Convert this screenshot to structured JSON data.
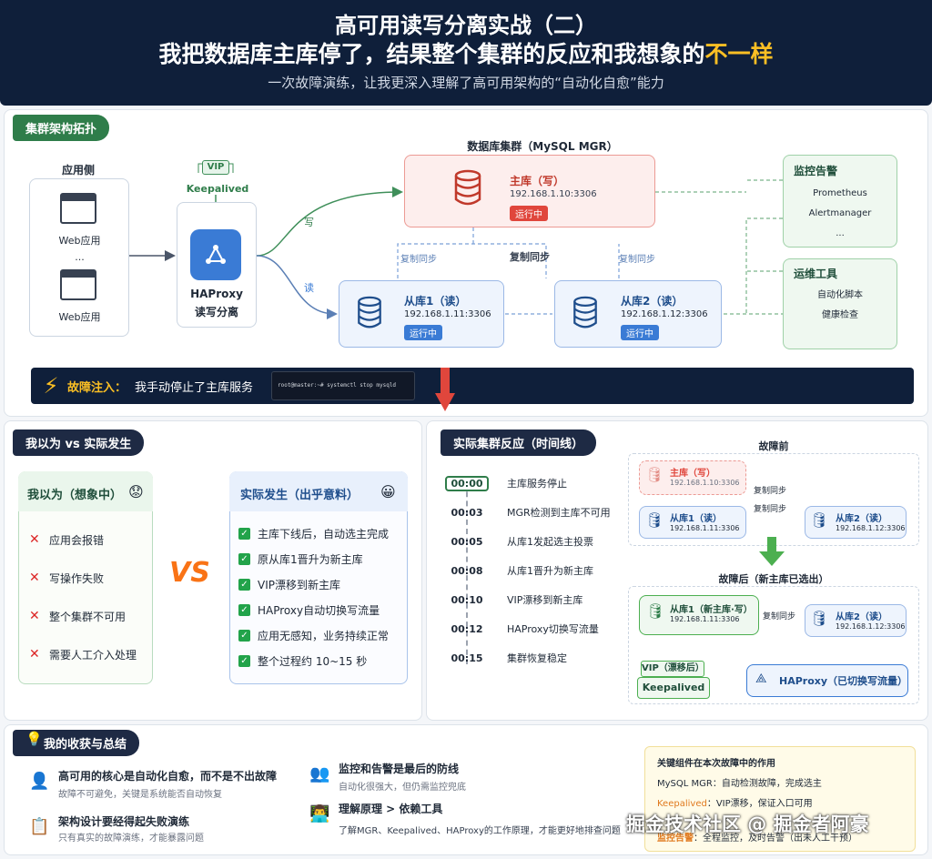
{
  "header": {
    "title1": "高可用读写分离实战（二）",
    "title2_prefix": "我把数据库主库停了，结果整个集群的反应和我想象的",
    "title2_highlight": "不一样",
    "subtitle": "一次故障演练，让我更深入理解了高可用架构的“自动化自愈”能力"
  },
  "topology": {
    "tag": "集群架构拓扑",
    "app": {
      "title": "应用侧",
      "web1": "Web应用",
      "dots": "...",
      "web2": "Web应用"
    },
    "vip": "VIP",
    "keepalived": "Keepalived",
    "haproxy": {
      "name": "HAProxy",
      "desc": "读写分离"
    },
    "edge_write": "写",
    "edge_read": "读",
    "cluster_title": "数据库集群（MySQL MGR）",
    "master": {
      "name": "主库（写）",
      "ip": "192.168.1.10:3306",
      "status": "运行中"
    },
    "slave1": {
      "name": "从库1（读）",
      "ip": "192.168.1.11:3306",
      "status": "运行中"
    },
    "slave2": {
      "name": "从库2（读）",
      "ip": "192.168.1.12:3306",
      "status": "运行中"
    },
    "repl": "复制同步",
    "monitor": {
      "title": "监控告警",
      "items": [
        "Prometheus",
        "Alertmanager",
        "..."
      ]
    },
    "ops": {
      "title": "运维工具",
      "items": [
        "自动化脚本",
        "健康检查"
      ]
    },
    "fault": {
      "label": "故障注入：",
      "desc": "我手动停止了主库服务",
      "cmd": "root@master:~# systemctl stop mysqld"
    }
  },
  "compare": {
    "tag": "我以为 vs 实际发生",
    "expect": {
      "title": "我以为（想象中）",
      "items": [
        "应用会报错",
        "写操作失败",
        "整个集群不可用",
        "需要人工介入处理"
      ]
    },
    "vs": "VS",
    "actual": {
      "title": "实际发生（出乎意料）",
      "items": [
        "主库下线后，自动选主完成",
        "原从库1晋升为新主库",
        "VIP漂移到新主库",
        "HAProxy自动切换写流量",
        "应用无感知，业务持续正常",
        "整个过程约 10~15 秒"
      ]
    }
  },
  "timeline": {
    "tag": "实际集群反应（时间线）",
    "events": [
      {
        "t": "00:00",
        "e": "主库服务停止"
      },
      {
        "t": "00:03",
        "e": "MGR检测到主库不可用"
      },
      {
        "t": "00:05",
        "e": "从库1发起选主投票"
      },
      {
        "t": "00:08",
        "e": "从库1晋升为新主库"
      },
      {
        "t": "00:10",
        "e": "VIP漂移到新主库"
      },
      {
        "t": "00:12",
        "e": "HAProxy切换写流量"
      },
      {
        "t": "00:15",
        "e": "集群恢复稳定"
      }
    ],
    "before": {
      "title": "故障前",
      "master": "主库（写）",
      "master_ip": "192.168.1.10:3306",
      "s1": "从库1（读）",
      "s1_ip": "192.168.1.11:3306",
      "s2": "从库2（读）",
      "s2_ip": "192.168.1.12:3306",
      "repl": "复制同步"
    },
    "after": {
      "title": "故障后（新主库已选出）",
      "s1": "从库1（新主库·写）",
      "s1_ip": "192.168.1.11:3306",
      "s2": "从库2（读）",
      "s2_ip": "192.168.1.12:3306",
      "repl": "复制同步",
      "vip": "VIP（漂移后）",
      "keepalived": "Keepalived",
      "haproxy": "HAProxy（已切换写流量）"
    }
  },
  "summary": {
    "tag": "我的收获与总结",
    "items": [
      {
        "title": "高可用的核心是自动化自愈，而不是不出故障",
        "desc": "故障不可避免，关键是系统能否自动恢复"
      },
      {
        "title": "架构设计要经得起失败演练",
        "desc": "只有真实的故障演练，才能暴露问题"
      },
      {
        "title": "监控和告警是最后的防线",
        "desc": "自动化很强大，但仍需监控兜底"
      },
      {
        "title": "理解原理 > 依赖工具",
        "desc": "了解MGR、Keepalived、HAProxy的工作原理，才能更好地排查问题"
      }
    ],
    "roles": {
      "title": "关键组件在本次故障中的作用",
      "r1_k": "MySQL MGR：",
      "r1_v": "自动检测故障，完成选主",
      "r2_k": "Keepalived",
      "r2_v": "：VIP漂移，保证入口可用",
      "r3_k": "监控告警",
      "r3_v": "：全程监控，及时告警（出未人工干预）"
    },
    "watermark": "掘金技术社区 @ 掘金者阿豪"
  },
  "colors": {
    "navy": "#0f1f3a",
    "accent": "#fbbf24",
    "green": "#2f7d4a",
    "red": "#e0463c",
    "blue": "#3a7bd5"
  }
}
